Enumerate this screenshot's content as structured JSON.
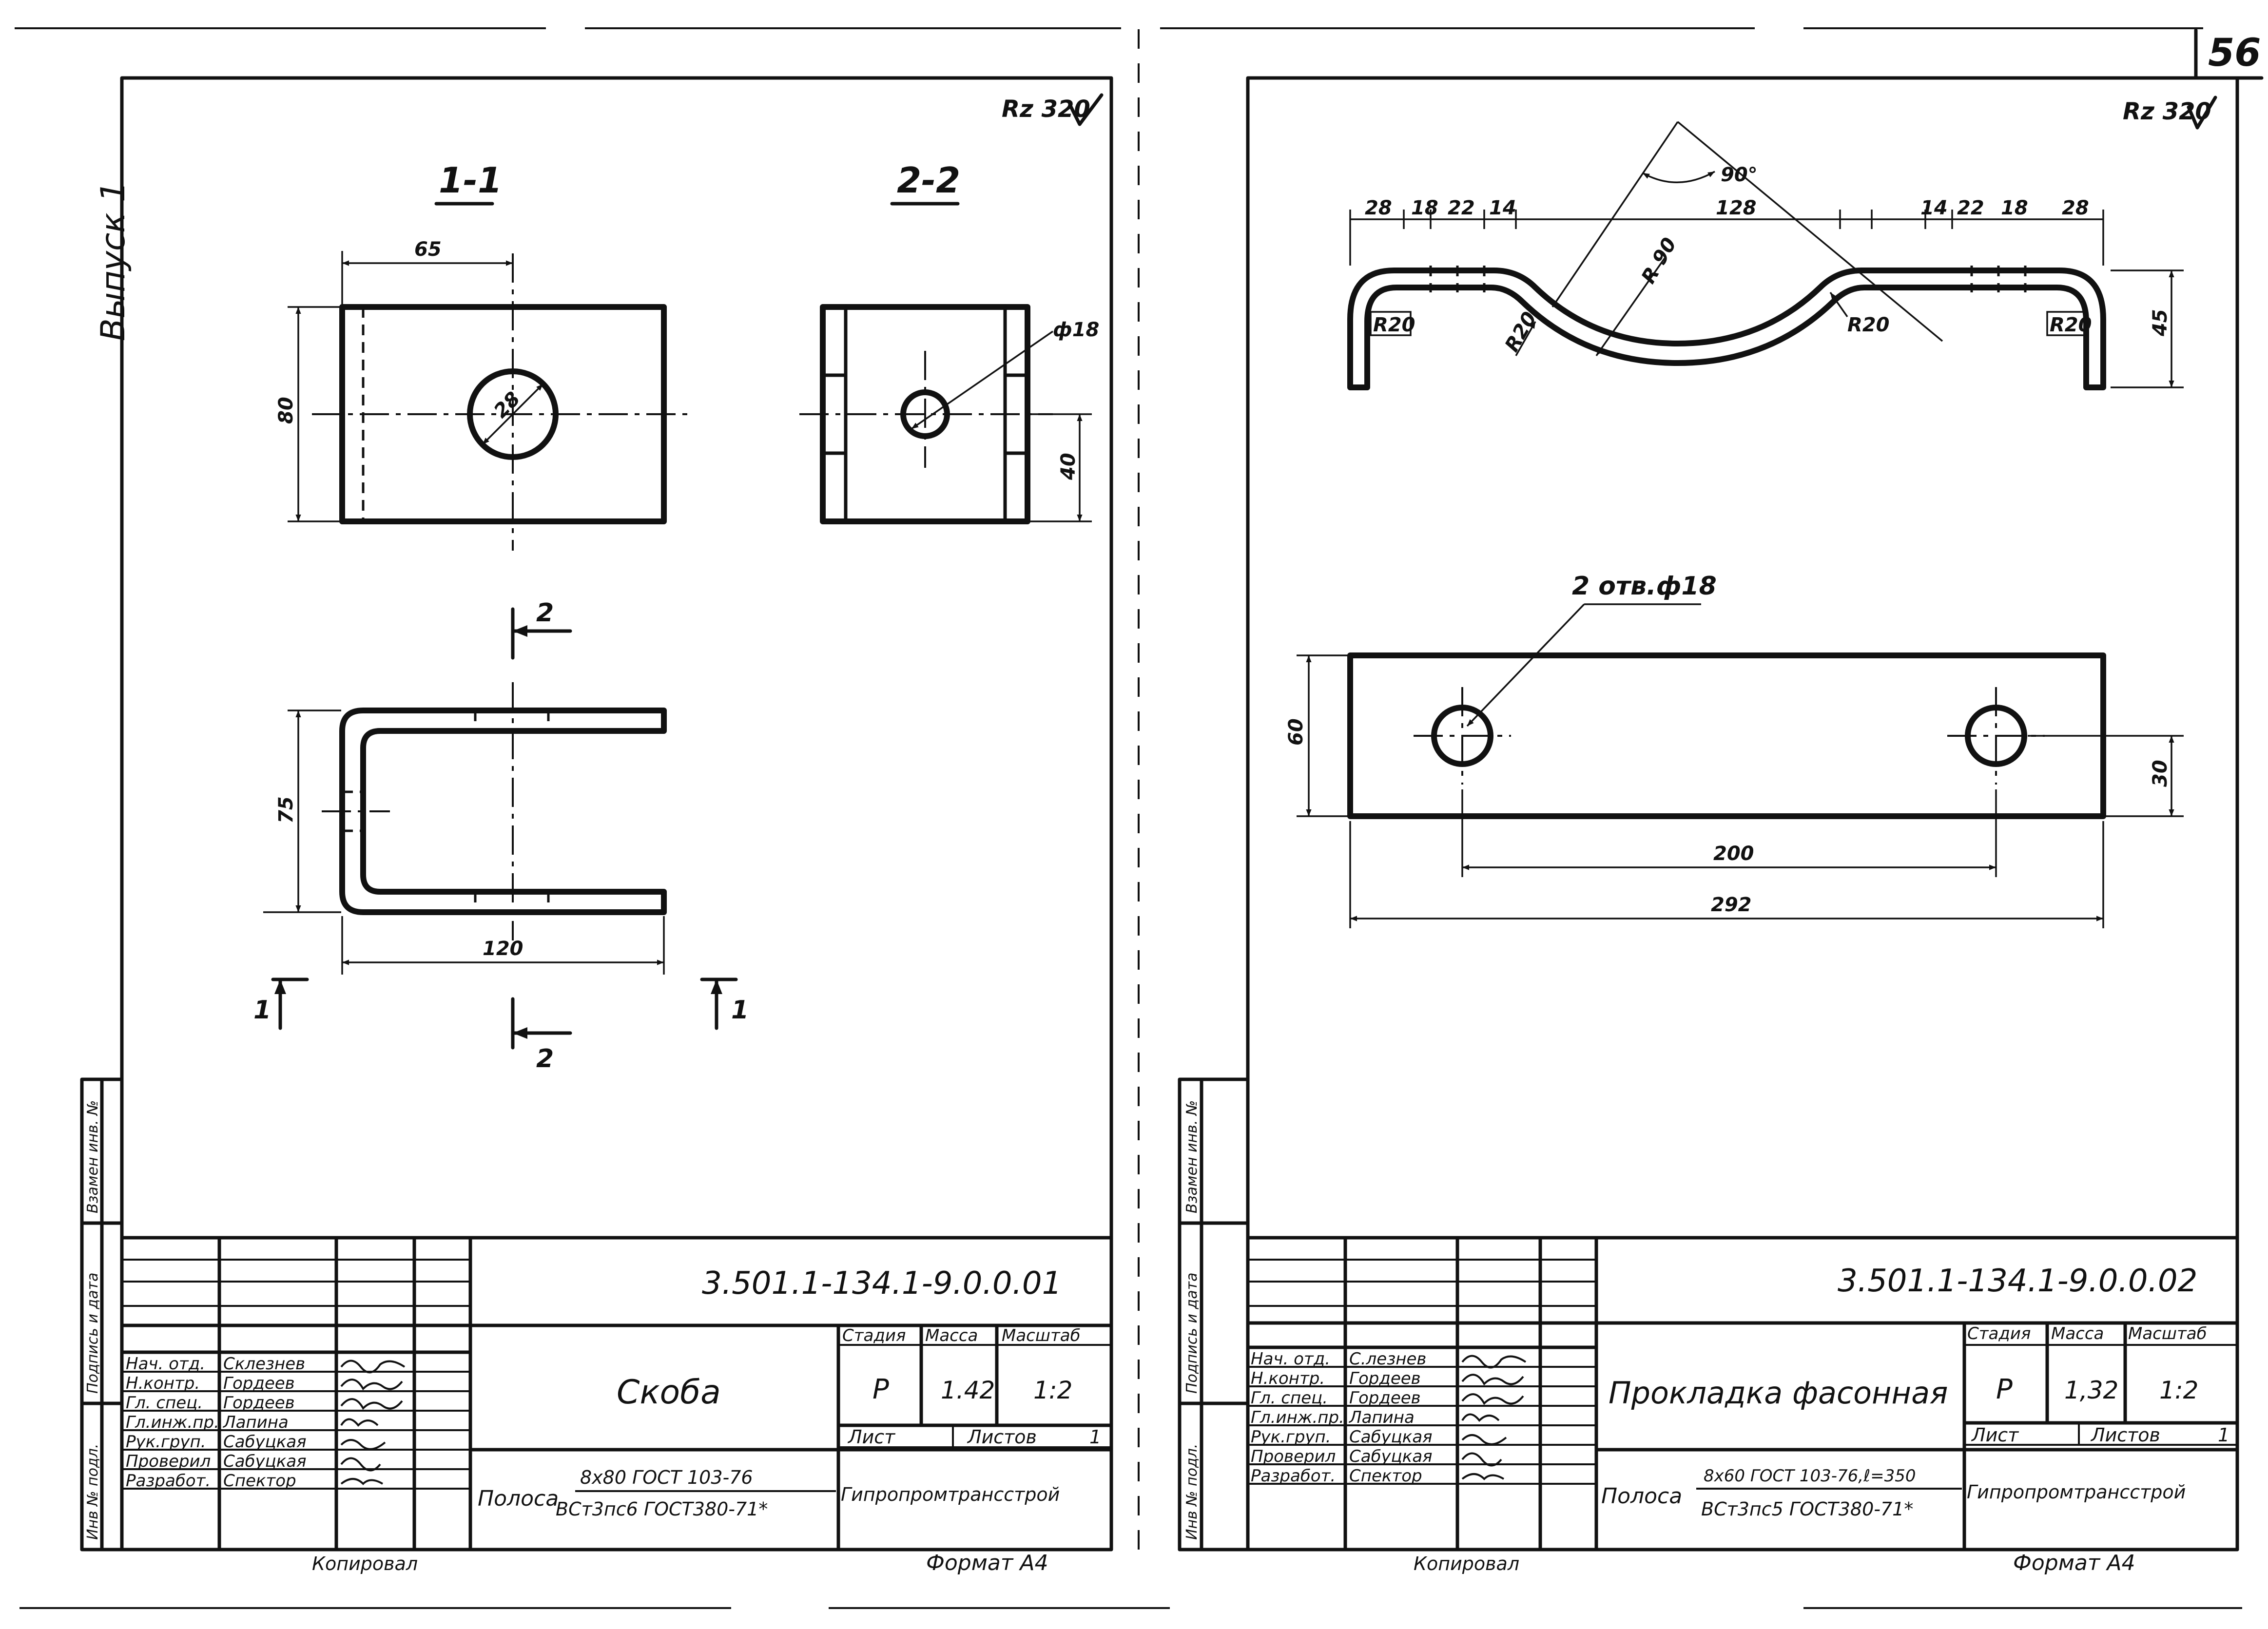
{
  "page_number": "56",
  "vertical_label": "Выпуск 1",
  "side_columns": [
    "Инв № подл.",
    "Подпись и дата",
    "Взамен инв. №"
  ],
  "sheet1": {
    "roughness": "Rz 320",
    "section_1": "1-1",
    "section_2": "2-2",
    "section_mark_2": "2",
    "section_mark_1": "1",
    "dims": {
      "d65": "65",
      "d80": "80",
      "d28": "28",
      "d18": "ф18",
      "d40": "40",
      "d75": "75",
      "d120": "120"
    },
    "doc_code": "3.501.1-134.1-9.0.0.01",
    "title": "Скоба",
    "headers": {
      "stage": "Стадия",
      "mass": "Масса",
      "scale": "Масштаб",
      "sheet": "Лист",
      "sheets": "Листов"
    },
    "stage_val": "Р",
    "mass_val": "1.42",
    "scale_val": "1:2",
    "sheets_val": "1",
    "material_label": "Полоса",
    "material_top": "8х80 ГОСТ 103-76",
    "material_bottom": "ВСт3пс6 ГОСТ380-71*",
    "org": "Гипропромтрансстрой",
    "copied": "Копировал",
    "format": "Формат А4",
    "roles": [
      {
        "role": "Нач. отд.",
        "name": "Склезнев"
      },
      {
        "role": "Н.контр.",
        "name": "Гордеев"
      },
      {
        "role": "Гл. спец.",
        "name": "Гордеев"
      },
      {
        "role": "Гл.инж.пр.",
        "name": "Лапина"
      },
      {
        "role": "Рук.груп.",
        "name": "Сабуцкая"
      },
      {
        "role": "Проверил",
        "name": "Сабуцкая"
      },
      {
        "role": "Разработ.",
        "name": "Спектор"
      }
    ]
  },
  "sheet2": {
    "roughness": "Rz 320",
    "dims": {
      "d28a": "28",
      "d18a": "18",
      "d22a": "22",
      "d14a": "14",
      "d128": "128",
      "d14b": "14",
      "d22b": "22",
      "d18b": "18",
      "d28b": "28",
      "a90": "90°",
      "r90": "R 90",
      "r20a": "R20",
      "r20b": "R20",
      "r20c": "R20",
      "r20d": "R20",
      "d45": "45",
      "holes": "2 отв.ф18",
      "d60": "60",
      "d30": "30",
      "d200": "200",
      "d292": "292"
    },
    "doc_code": "3.501.1-134.1-9.0.0.02",
    "title": "Прокладка фасонная",
    "headers": {
      "stage": "Стадия",
      "mass": "Масса",
      "scale": "Масштаб",
      "sheet": "Лист",
      "sheets": "Листов"
    },
    "stage_val": "Р",
    "mass_val": "1,32",
    "scale_val": "1:2",
    "sheets_val": "1",
    "material_label": "Полоса",
    "material_top": "8х60 ГОСТ 103-76,ℓ=350",
    "material_bottom": "ВСт3пс5 ГОСТ380-71*",
    "org": "Гипропромтрансстрой",
    "copied": "Копировал",
    "format": "Формат А4",
    "roles": [
      {
        "role": "Нач. отд.",
        "name": "С.лезнев"
      },
      {
        "role": "Н.контр.",
        "name": "Гордеев"
      },
      {
        "role": "Гл. спец.",
        "name": "Гордеев"
      },
      {
        "role": "Гл.инж.пр.",
        "name": "Лапина"
      },
      {
        "role": "Рук.груп.",
        "name": "Сабуцкая"
      },
      {
        "role": "Проверил",
        "name": "Сабуцкая"
      },
      {
        "role": "Разработ.",
        "name": "Спектор"
      }
    ]
  }
}
